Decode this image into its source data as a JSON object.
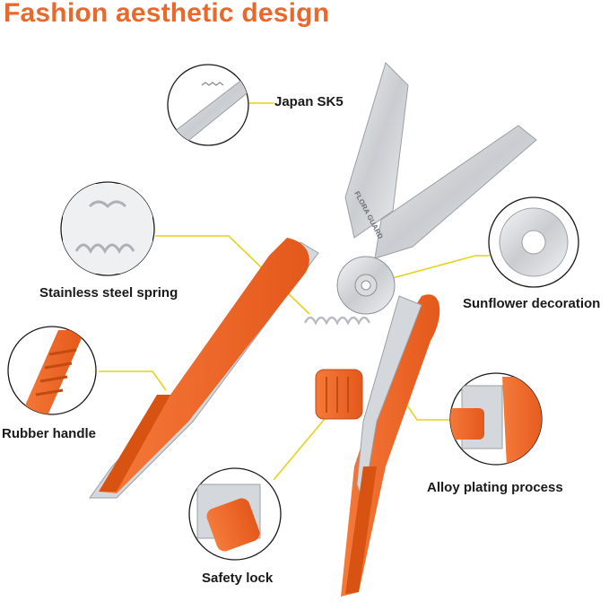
{
  "title": "Fashion aesthetic design",
  "accent_color": "#e8692b",
  "handle_color": "#f26a2a",
  "pointer_color": "#e6d21a",
  "callouts": {
    "japan_sk5": "Japan SK5",
    "stainless_spring": "Stainless steel spring",
    "sunflower": "Sunflower decoration",
    "rubber_handle": "Rubber handle",
    "alloy_plating": "Alloy plating process",
    "safety_lock": "Safety lock"
  },
  "blade_brand": "FLORA GUARD"
}
